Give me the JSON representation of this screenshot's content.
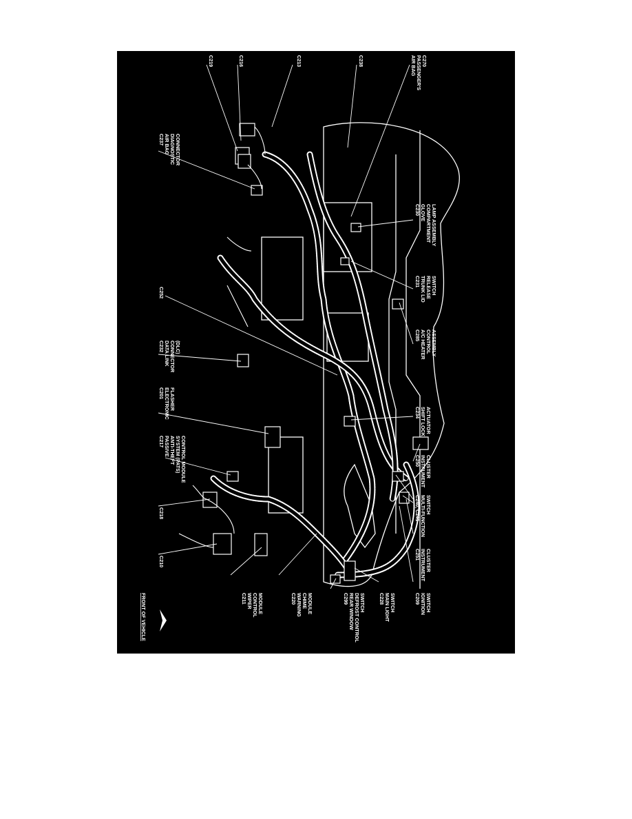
{
  "diagram": {
    "colors": {
      "background": "#000000",
      "ink": "#ffffff",
      "page": "#ffffff"
    },
    "labels": {
      "c270": [
        "C270",
        "PASSENGER'S",
        "AIR BAG"
      ],
      "c238": [
        "C238"
      ],
      "c213": [
        "C213"
      ],
      "c216": [
        "C216"
      ],
      "c219": [
        "C219"
      ],
      "c237": [
        "C237",
        "AIR BAG",
        "DIAGNOSTIC",
        "CONNECTOR"
      ],
      "c230": [
        "C230",
        "GLOVE",
        "COMPARTMENT",
        "LAMP ASSEMBLY"
      ],
      "c231": [
        "C231",
        "TRUNK LID",
        "RELEASE",
        "SWITCH"
      ],
      "c285": [
        "C285",
        "A/C HEATER",
        "CONTROL",
        "ASSEMBLY"
      ],
      "c252": [
        "C252"
      ],
      "c232": [
        "C232",
        "DATA LINK",
        "CONNECTOR",
        "(DLC)"
      ],
      "c234": [
        "C234",
        "SHIFT LOCK",
        "ACTUATOR"
      ],
      "c201": [
        "C201",
        "ELECTRONIC",
        "FLASHER"
      ],
      "c250": [
        "C250",
        "INSTRUMENT",
        "CLUSTER"
      ],
      "c217": [
        "C217",
        "PASSIVE",
        "ANTI-THEFT",
        "SYSTEM (PATS)",
        "CONTROL MODULE"
      ],
      "c240": [
        "C240, C241",
        "MULTI-FUNCTION",
        "SWITCH"
      ],
      "c251": [
        "C251",
        "INSTRUMENT",
        "CLUSTER"
      ],
      "c218": [
        "C218"
      ],
      "c209": [
        "C209",
        "IGNITION",
        "SWITCH"
      ],
      "c228": [
        "C228",
        "MAIN LIGHT",
        "SWITCH"
      ],
      "c299": [
        "C299",
        "REAR WINDOW",
        "DEFROST CONTROL",
        "SWITCH"
      ],
      "c220": [
        "C220",
        "WARNING",
        "CHIME",
        "MODULE"
      ],
      "c211": [
        "C211",
        "WIPER",
        "CONTROL",
        "MODULE"
      ],
      "c210": [
        "C210"
      ],
      "front": [
        "FRONT OF VEHICLE"
      ]
    }
  }
}
